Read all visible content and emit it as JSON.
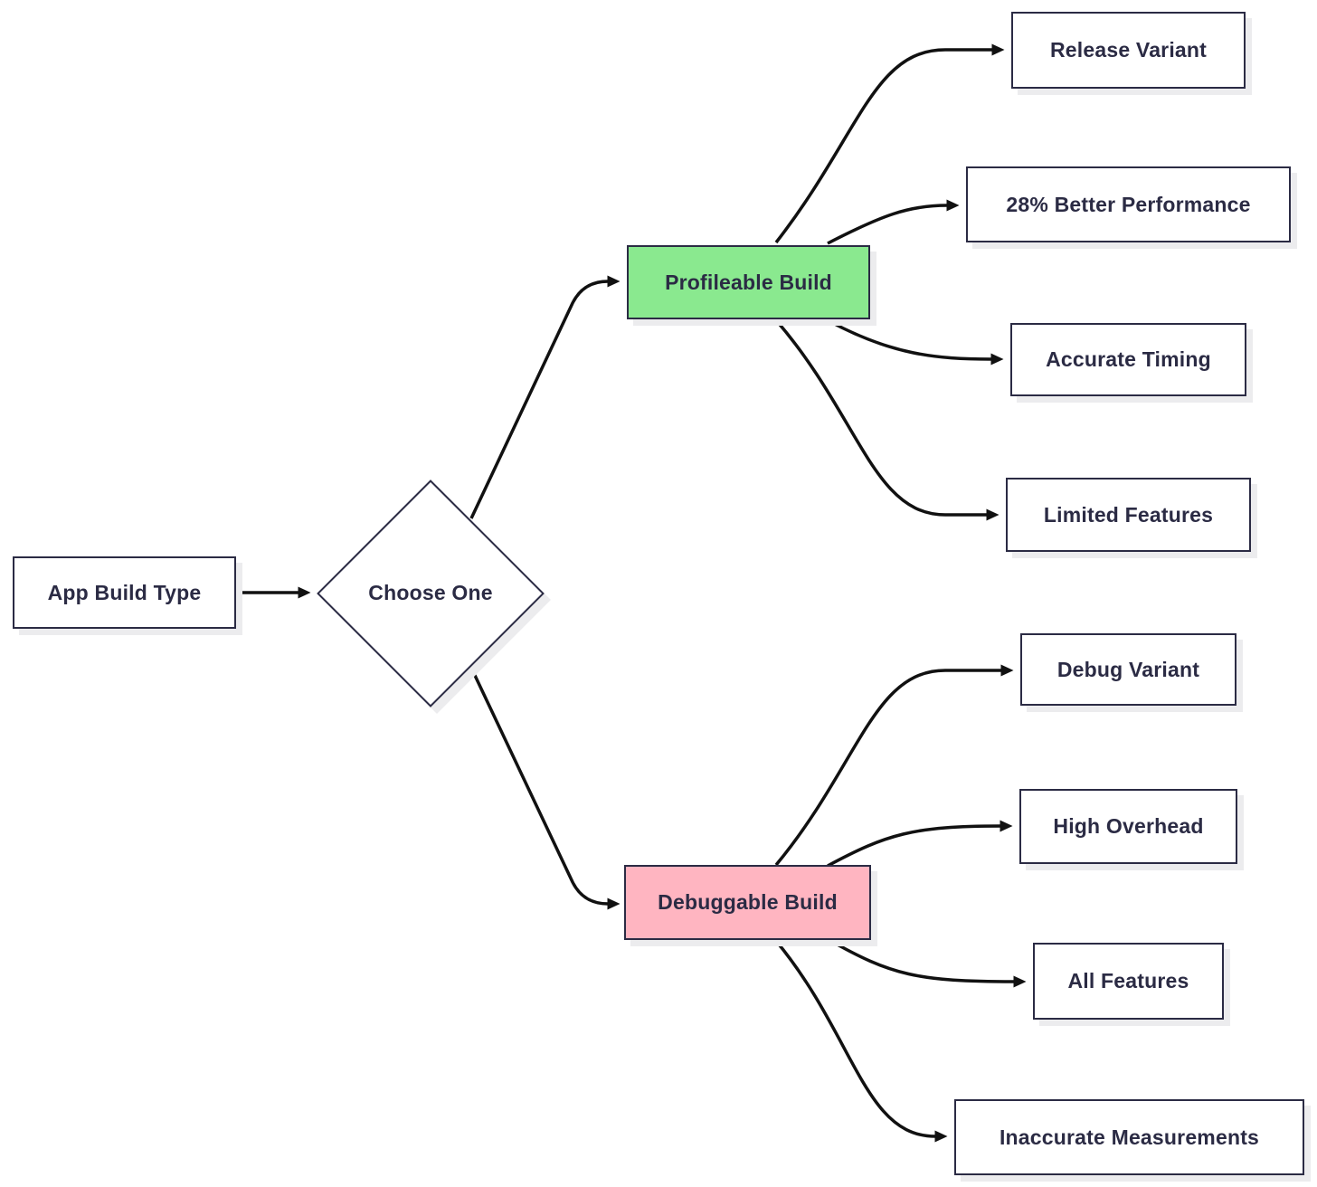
{
  "diagram": {
    "title": "App Build Type decision flowchart",
    "nodes": {
      "start": {
        "label": "App Build Type",
        "shape": "rectangle",
        "fill": "#ffffff"
      },
      "decision": {
        "label": "Choose One",
        "shape": "diamond",
        "fill": "#ffffff"
      },
      "profileable": {
        "label": "Profileable Build",
        "shape": "rectangle",
        "fill": "#8ae98f"
      },
      "debuggable": {
        "label": "Debuggable Build",
        "shape": "rectangle",
        "fill": "#ffb5c1"
      },
      "profileable_children": [
        {
          "label": "Release Variant"
        },
        {
          "label": "28% Better Performance"
        },
        {
          "label": "Accurate Timing"
        },
        {
          "label": "Limited Features"
        }
      ],
      "debuggable_children": [
        {
          "label": "Debug Variant"
        },
        {
          "label": "High Overhead"
        },
        {
          "label": "All Features"
        },
        {
          "label": "Inaccurate Measurements"
        }
      ]
    },
    "edges": [
      {
        "from": "App Build Type",
        "to": "Choose One"
      },
      {
        "from": "Choose One",
        "to": "Profileable Build"
      },
      {
        "from": "Choose One",
        "to": "Debuggable Build"
      },
      {
        "from": "Profileable Build",
        "to": "Release Variant"
      },
      {
        "from": "Profileable Build",
        "to": "28% Better Performance"
      },
      {
        "from": "Profileable Build",
        "to": "Accurate Timing"
      },
      {
        "from": "Profileable Build",
        "to": "Limited Features"
      },
      {
        "from": "Debuggable Build",
        "to": "Debug Variant"
      },
      {
        "from": "Debuggable Build",
        "to": "High Overhead"
      },
      {
        "from": "Debuggable Build",
        "to": "All Features"
      },
      {
        "from": "Debuggable Build",
        "to": "Inaccurate Measurements"
      }
    ],
    "colors": {
      "background": "#ffffff",
      "node_border": "#2b2b44",
      "text": "#2b2b44",
      "arrow": "#111111",
      "shadow": "#ececee",
      "profileable_fill": "#8ae98f",
      "debuggable_fill": "#ffb5c1"
    }
  }
}
